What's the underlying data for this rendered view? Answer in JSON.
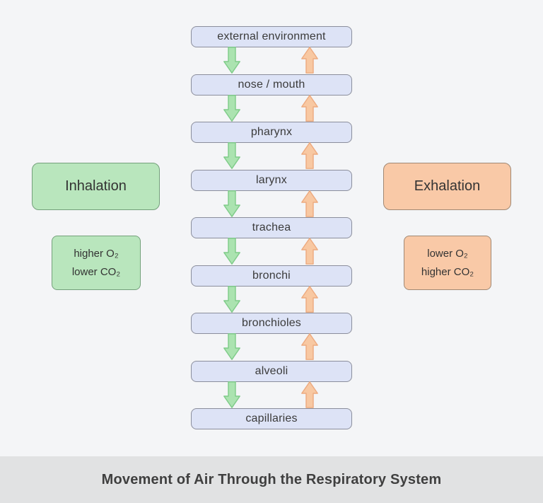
{
  "colors": {
    "page-bg": "#f4f5f7",
    "node-fill": "#dde3f6",
    "node-border": "#8b8e9c",
    "node-text": "#3b3b3b",
    "inhale-fill": "#b9e6bd",
    "inhale-border": "#74a07b",
    "exhale-fill": "#f9c9a7",
    "exhale-border": "#a08874",
    "arrow-green-fill": "#abe3b0",
    "arrow-green-stroke": "#7ecb88",
    "arrow-orange-fill": "#f8c8a2",
    "arrow-orange-stroke": "#edaa7f",
    "caption-band": "#e1e2e3",
    "caption-text": "#3f3f3f"
  },
  "chain": {
    "nodes": [
      "external environment",
      "nose / mouth",
      "pharynx",
      "larynx",
      "trachea",
      "bronchi",
      "bronchioles",
      "alveoli",
      "capillaries"
    ]
  },
  "arrows": {
    "inhalation_icon": "down-arrow-icon",
    "exhalation_icon": "up-arrow-icon"
  },
  "sides": {
    "inhalation": {
      "title": "Inhalation",
      "lines": [
        "higher O₂",
        "lower CO₂"
      ]
    },
    "exhalation": {
      "title": "Exhalation",
      "lines": [
        "lower O₂",
        "higher CO₂"
      ]
    }
  },
  "caption": "Movement of Air Through the Respiratory System"
}
